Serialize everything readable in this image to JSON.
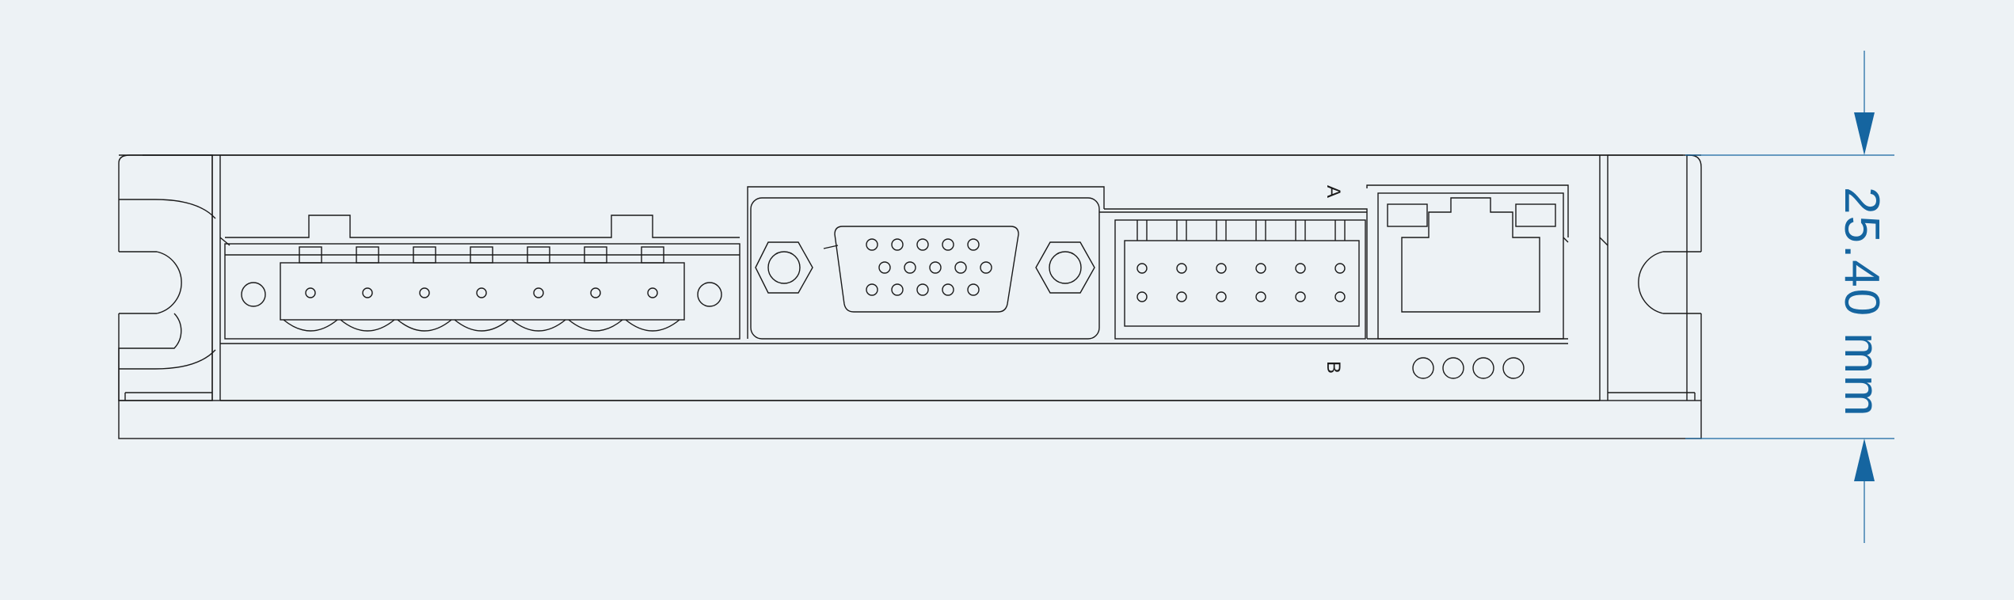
{
  "drawing": {
    "dimension_label": "25.40 mm",
    "connector_label_a": "A",
    "connector_label_b": "B",
    "line_color": "#1a1a1a",
    "dimension_color": "#1565a0",
    "background_color": "#edf2f5"
  },
  "parts": {
    "terminal_pins": 7,
    "db15_row_pins": [
      5,
      5,
      5
    ],
    "header_row_pins": [
      6,
      6
    ],
    "status_leds": 4
  }
}
